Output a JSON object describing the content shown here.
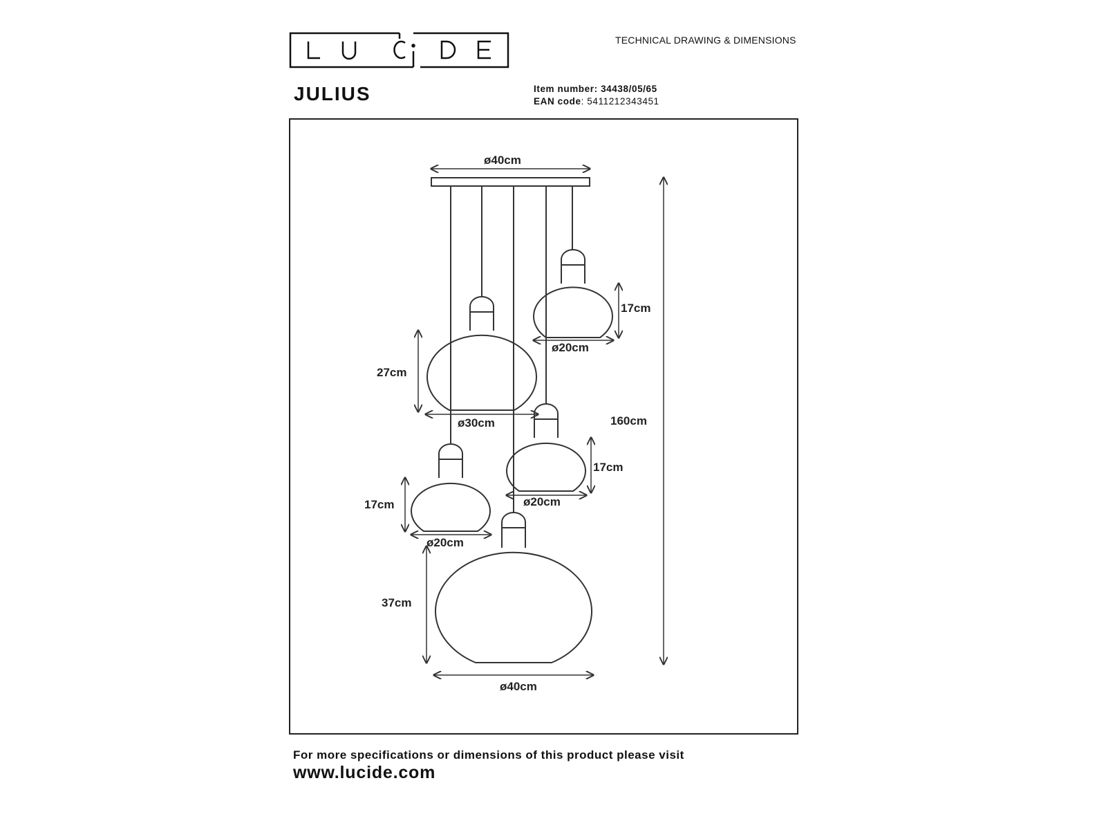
{
  "brand": {
    "logo_text": "LUCIDE"
  },
  "header": {
    "tagline": "TECHNICAL DRAWING & DIMENSIONS",
    "product_name": "JULIUS",
    "item_label": "Item number:",
    "item_value": "34438/05/65",
    "ean_label": "EAN code",
    "ean_value": ": 5411212343451"
  },
  "drawing": {
    "canopy_diameter": "ø40cm",
    "total_height": "160cm",
    "lamp_top_right": {
      "height": "17cm",
      "diameter": "ø20cm"
    },
    "lamp_upper_left": {
      "height": "27cm",
      "diameter": "ø30cm"
    },
    "lamp_middle_right": {
      "height": "17cm",
      "diameter": "ø20cm"
    },
    "lamp_lower_left": {
      "height": "17cm",
      "diameter": "ø20cm"
    },
    "lamp_bottom": {
      "height": "37cm",
      "diameter": "ø40cm"
    }
  },
  "footer": {
    "note": "For more specifications or dimensions of this product please visit",
    "url": "www.lucide.com"
  }
}
